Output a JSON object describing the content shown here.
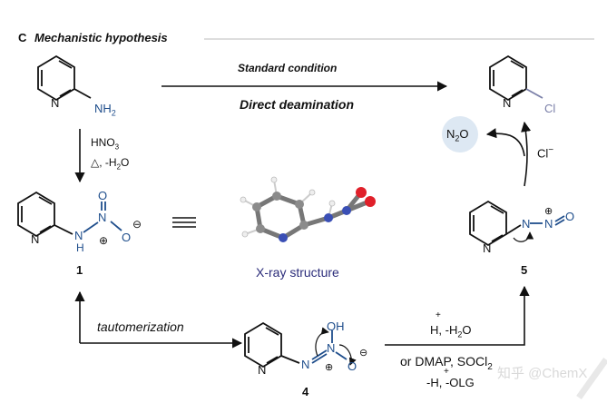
{
  "section": {
    "letter": "C",
    "title": "Mechanistic hypothesis"
  },
  "top_arrow": {
    "above": "Standard condition",
    "below": "Direct deamination"
  },
  "nitration": {
    "reagent": "HNO",
    "reagent_sub": "3",
    "conditions": "△, -H",
    "conditions_sub": "2",
    "conditions_tail": "O"
  },
  "compound1": {
    "number": "1"
  },
  "compound4": {
    "number": "4"
  },
  "compound5": {
    "number": "5"
  },
  "xray": {
    "caption": "X-ray structure"
  },
  "tautomerization": {
    "label": "tautomerization"
  },
  "bottom_conditions": {
    "line1_plus": "+",
    "line1": "H,  -H",
    "line1_sub": "2",
    "line1_tail": "O",
    "line2": "or DMAP, SOCl",
    "line2_sub": "2",
    "line3_plus": "+",
    "line3": "-H,  -OLG"
  },
  "byproduct": {
    "text": "N",
    "sub": "2",
    "tail": "O",
    "bubble_color": "#dde8f3"
  },
  "chloride": {
    "text": "Cl",
    "sup": "−"
  },
  "atoms": {
    "N": "N",
    "NH2": "NH",
    "NH2_sub": "2",
    "Cl": "Cl",
    "O": "O",
    "OH": "OH",
    "H": "H",
    "plus": "⊕",
    "minus": "⊖"
  },
  "colors": {
    "hetero": "#1f4e8c",
    "chlorine": "#7a7fa8",
    "caption": "#2b2c7a",
    "arrow": "#111111",
    "divider": "#bbbbbb"
  },
  "watermark": "知乎 @ChemX"
}
